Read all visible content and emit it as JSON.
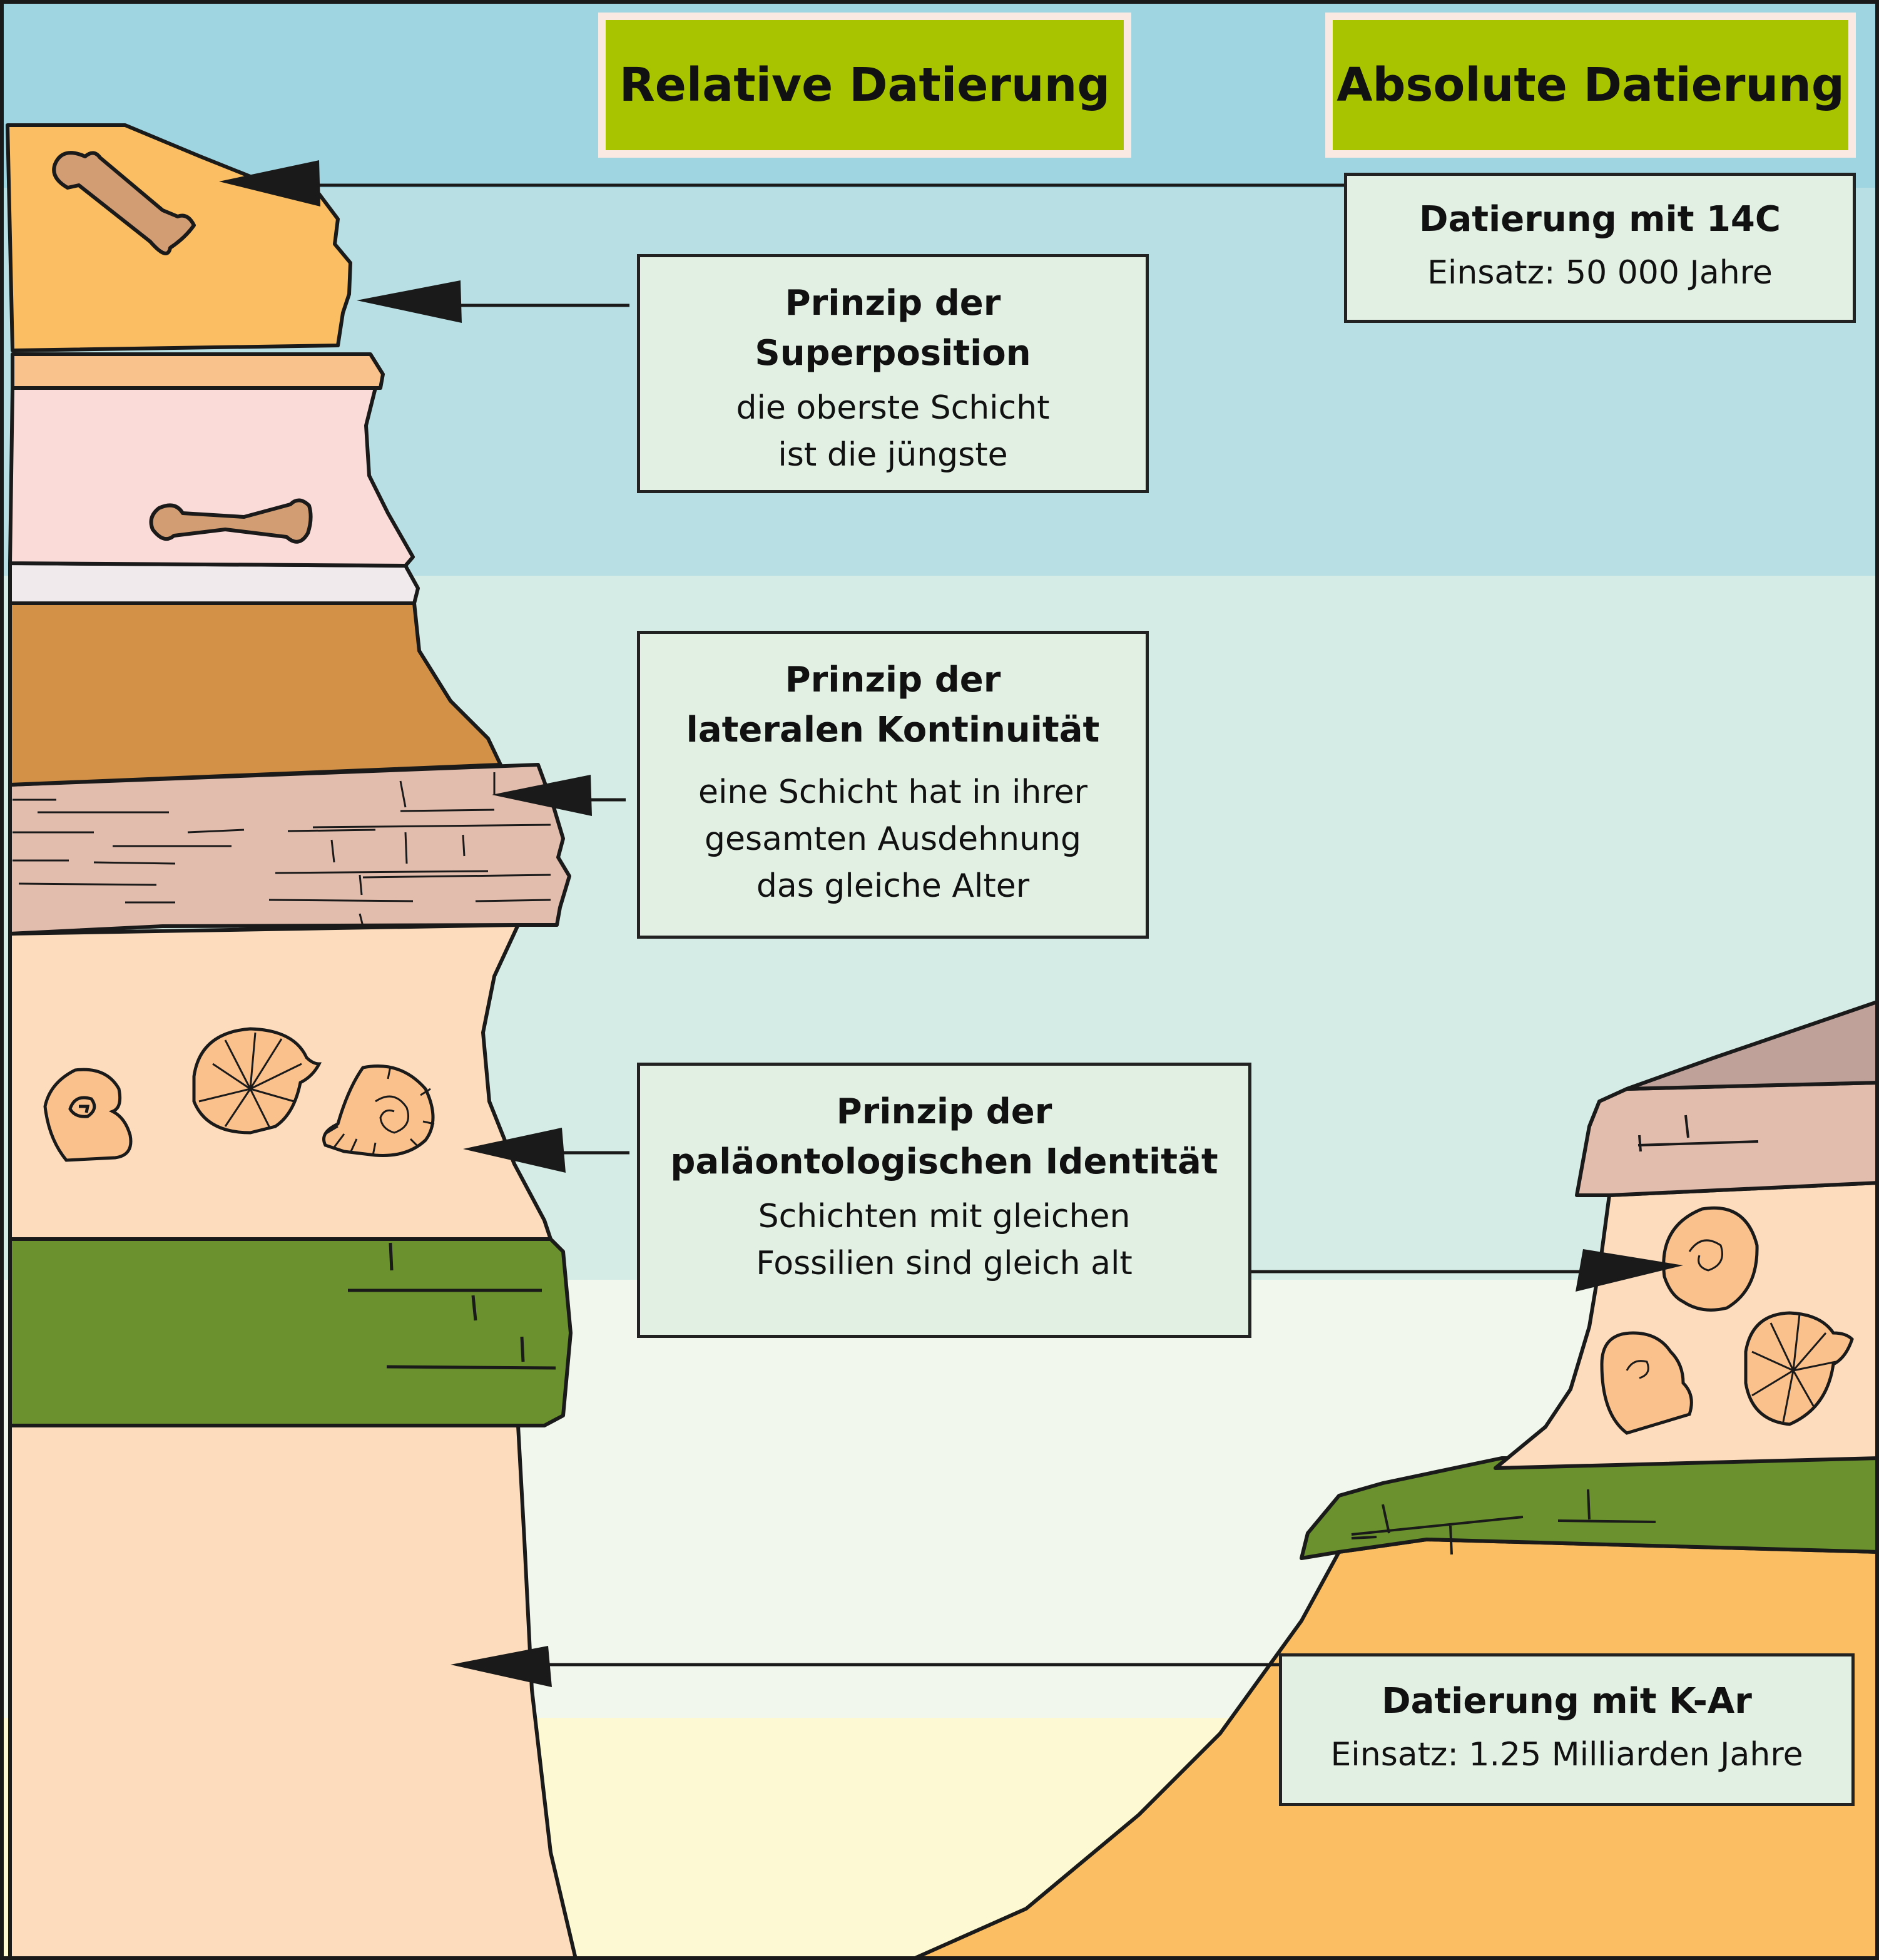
{
  "headers": {
    "relative": "Relative Datierung",
    "absolute": "Absolute Datierung"
  },
  "boxes": {
    "c14": {
      "title": "Datierung mit 14C",
      "desc": "Einsatz: 50 000 Jahre"
    },
    "superposition": {
      "title": [
        "Prinzip der",
        "Superposition"
      ],
      "desc": [
        "die oberste Schicht",
        "ist die jüngste"
      ]
    },
    "lateral": {
      "title": [
        "Prinzip der",
        "lateralen Kontinuität"
      ],
      "desc": [
        "eine Schicht hat in ihrer",
        "gesamten Ausdehnung",
        "das gleiche Alter"
      ]
    },
    "palaeo": {
      "title": [
        "Prinzip der",
        "paläontologischen Identität"
      ],
      "desc": [
        "Schichten mit gleichen",
        "Fossilien sind gleich alt"
      ]
    },
    "kar": {
      "title": "Datierung mit K-Ar",
      "desc": "Einsatz: 1.25 Milliarden Jahre"
    }
  },
  "colors": {
    "sky_top": "#9fd4e1",
    "sky_2": "#b8e0e4",
    "sky_3": "#d5ece6",
    "sky_4": "#f1f7ec",
    "sky_bottom": "#fdf9d2",
    "header_green": "#a8c400",
    "box_fill": "#e2f0e4",
    "layer_orange": "#fbbe62",
    "layer_peach": "#f9c18c",
    "layer_pink": "#fadbd8",
    "layer_white": "#f0eaed",
    "layer_brown": "#d39148",
    "layer_mauve": "#e2bcac",
    "layer_skin": "#fcdcbc",
    "layer_green": "#6a912d",
    "layer_grey_mauve": "#bfa19a",
    "fossil_bone": "#d39d73",
    "ammonite": "#fbc18d"
  },
  "icons": {
    "bone": "bone-fossil-icon",
    "ammonite": "ammonite-fossil-icon",
    "arrow": "arrowhead-icon"
  }
}
